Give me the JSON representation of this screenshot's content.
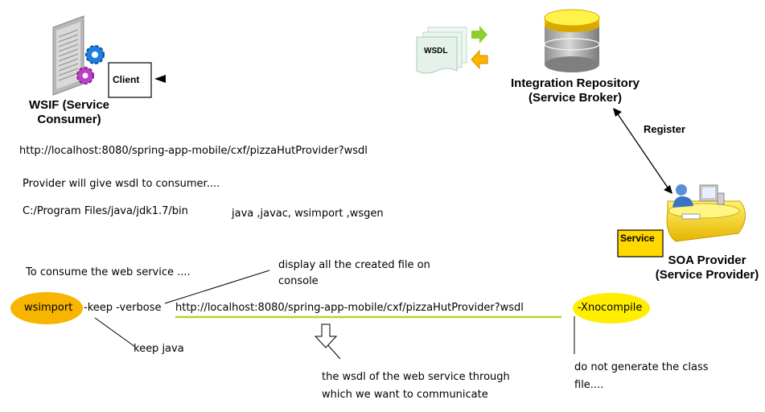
{
  "consumer": {
    "client_label": "Client",
    "title_line1": "WSIF (Service",
    "title_line2": "Consumer)"
  },
  "wsdl_doc": {
    "label": "WSDL"
  },
  "repository": {
    "title_line1": "Integration Repository",
    "title_line2": "(Service Broker)"
  },
  "register_label": "Register",
  "provider": {
    "service_label": "Service",
    "title_line1": "SOA Provider",
    "title_line2": "(Service Provider)"
  },
  "notes": {
    "wsdl_url": "http://localhost:8080/spring-app-mobile/cxf/pizzaHutProvider?wsdl",
    "provider_gives": "Provider will give wsdl to consumer....",
    "jdk_path": "C:/Program Files/java/jdk1.7/bin",
    "jdk_tools": "java ,javac, wsimport ,wsgen",
    "to_consume": "To consume the web service ....",
    "display_line1": "display all the created file on",
    "display_line2": "console",
    "cmd_wsimport": "wsimport",
    "cmd_keep_verbose": "-keep -verbose",
    "cmd_url": "http://localhost:8080/spring-app-mobile/cxf/pizzaHutProvider?wsdl",
    "cmd_xnocompile": "-Xnocompile",
    "keep_java": "keep java",
    "wsdl_desc_line1": "the wsdl of the web service through",
    "wsdl_desc_line2": "which we want to communicate",
    "no_class_line1": "do not generate the class",
    "no_class_line2": "file...."
  },
  "colors": {
    "highlight_orange": "#f7b500",
    "highlight_yellow": "#ffee00",
    "underline_green": "#b5d334",
    "db_yellow": "#ffd700"
  }
}
